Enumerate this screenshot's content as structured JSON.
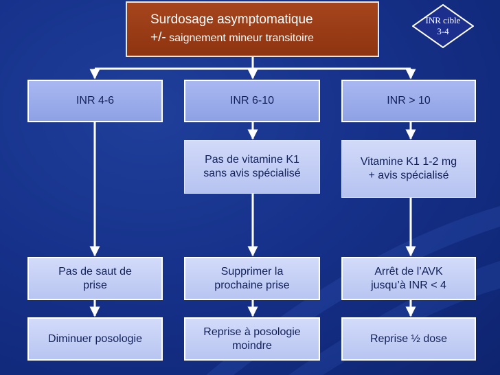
{
  "top": {
    "line1": "Surdosage asymptomatique",
    "line2_prefix": "+/-",
    "line2_rest": " saignement mineur transitoire"
  },
  "badge": {
    "line1": "INR cible",
    "line2": "3-4"
  },
  "columns": [
    {
      "header": "INR 4-6",
      "step1": [
        "Pas de saut de",
        "prise"
      ],
      "step2": [
        "Diminuer posologie"
      ]
    },
    {
      "header": "INR 6-10",
      "note": [
        "Pas de vitamine K1",
        "sans avis spécialisé"
      ],
      "step1": [
        "Supprimer la",
        "prochaine prise"
      ],
      "step2": [
        "Reprise à posologie",
        "moindre"
      ]
    },
    {
      "header": "INR > 10",
      "note": [
        "Vitamine K1 1-2 mg",
        "+ avis spécialisé"
      ],
      "step1": [
        "Arrêt de l’AVK",
        "jusqu’à INR < 4"
      ],
      "step2": [
        "Reprise ½ dose"
      ]
    }
  ],
  "colors": {
    "background": "#16318a",
    "top_box": "#9a3c16",
    "header_box": "#9aabea",
    "step_box": "#c6d0f5",
    "badge": "#1d2f8c",
    "connector": "#ffffff"
  }
}
